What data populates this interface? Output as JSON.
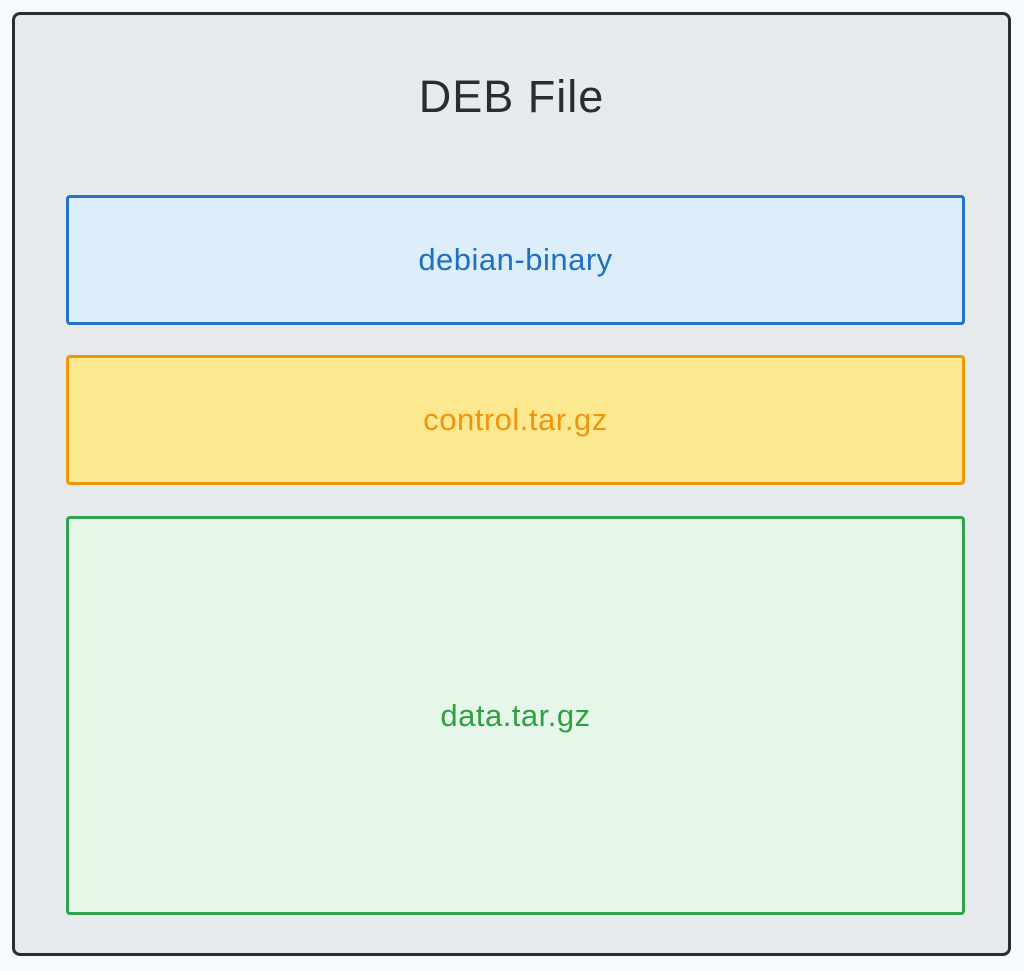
{
  "diagram": {
    "title": "DEB File",
    "container": {
      "name": "deb-file-container",
      "fill_color": "#e7eaec",
      "border_color": "#2b2d2f",
      "title_color": "#2a2c2e"
    },
    "page_background": "#f6fafd",
    "boxes": [
      {
        "id": "debian-binary",
        "label": "debian-binary",
        "border_color": "#2273c8",
        "fill_color": "#ddeefb",
        "text_color": "#1e70c2"
      },
      {
        "id": "control-tar-gz",
        "label": "control.tar.gz",
        "border_color": "#f09409",
        "fill_color": "#fce98f",
        "text_color": "#f0940e"
      },
      {
        "id": "data-tar-gz",
        "label": "data.tar.gz",
        "border_color": "#32a04c",
        "fill_color": "#e6f7ea",
        "text_color": "#2ea044"
      }
    ]
  }
}
